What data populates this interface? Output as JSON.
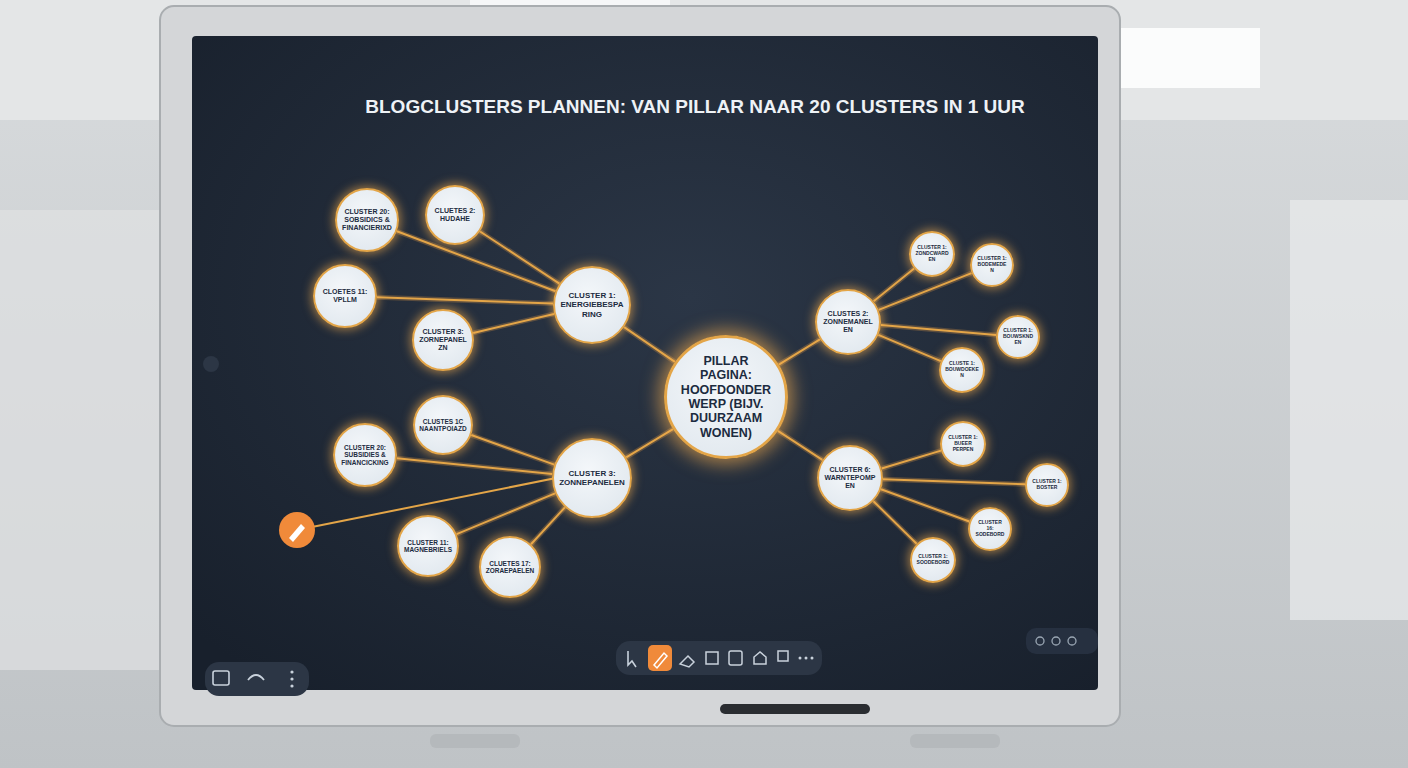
{
  "diagram": {
    "title": "BLOGCLUSTERS PLANNEN: VAN PILLAR NAAR 20 CLUSTERS IN 1 UUR",
    "nodes": [
      {
        "text": [
          "PILLAR PAGINA: HOOFDONDERWERP (BIJV. DUURZAAM WONEN)"
        ]
      },
      {
        "text": [
          "CLUSTER 1: ENERGIEBESPARING"
        ]
      },
      {
        "text": [
          "CLUSTER 3: ZONNEPANELEN"
        ]
      },
      {
        "text": [
          "CLUSTES 2: ZONNEMANELEN"
        ]
      },
      {
        "text": [
          "CLUSTER 6: WARNTEPOMPEN"
        ]
      },
      {
        "text": [
          "CLUSTER 20: SOBSIDICS & FINANCIERIXD"
        ]
      },
      {
        "text": [
          "CLUETES 2: HUDAHE"
        ]
      },
      {
        "text": [
          "CLOETES 11: VPLLM"
        ]
      },
      {
        "text": [
          "CLUSTER 3: ZORNEPANELZN"
        ]
      },
      {
        "text": [
          "CLUSTES 1C NAANTPOIAZD"
        ]
      },
      {
        "text": [
          "CLUSTER 20: SUBSIDIES & FINANCICKING"
        ]
      },
      {
        "text": [
          "CLUSTER 11: MAGNEBRIELS"
        ]
      },
      {
        "text": [
          "CLUETES 17: ZORAEPAELEN"
        ]
      },
      {
        "text": [
          "CLUSTER 1: ZONDCWARDEN"
        ]
      },
      {
        "text": [
          "CLUSTER 1: BODEMEDEN"
        ]
      },
      {
        "text": [
          "CLUSTER 1: BOUWSKNDEN"
        ]
      },
      {
        "text": [
          "CLUSTE 1: BOUWDOEKEN"
        ]
      },
      {
        "text": [
          "CLUSTER 1: BUEER PERPEN"
        ]
      },
      {
        "text": [
          "CLUSTER 1: BOSTER"
        ]
      },
      {
        "text": [
          "CLUSTER 16: SODEBORD"
        ]
      },
      {
        "text": [
          "CLUSTER 1: SOODEBORD"
        ]
      }
    ],
    "edges": [
      {
        "from": 0,
        "to": 1,
        "arrow": "none"
      },
      {
        "from": 0,
        "to": 2,
        "arrow": "none"
      },
      {
        "from": 0,
        "to": 3,
        "arrow": "none"
      },
      {
        "from": 0,
        "to": 4,
        "arrow": "none"
      },
      {
        "from": 1,
        "to": 5,
        "arrow": "none"
      },
      {
        "from": 1,
        "to": 6,
        "arrow": "none"
      },
      {
        "from": 1,
        "to": 7,
        "arrow": "none"
      },
      {
        "from": 1,
        "to": 8,
        "arrow": "none"
      },
      {
        "from": 2,
        "to": 9,
        "arrow": "none"
      },
      {
        "from": 2,
        "to": 10,
        "arrow": "none"
      },
      {
        "from": 2,
        "to": 11,
        "arrow": "none"
      },
      {
        "from": 2,
        "to": 12,
        "arrow": "none"
      },
      {
        "from": 3,
        "to": 13,
        "arrow": "none"
      },
      {
        "from": 3,
        "to": 14,
        "arrow": "none"
      },
      {
        "from": 3,
        "to": 15,
        "arrow": "none"
      },
      {
        "from": 3,
        "to": 16,
        "arrow": "none"
      },
      {
        "from": 4,
        "to": 17,
        "arrow": "none"
      },
      {
        "from": 4,
        "to": 18,
        "arrow": "none"
      },
      {
        "from": 4,
        "to": 19,
        "arrow": "none"
      },
      {
        "from": 4,
        "to": 20,
        "arrow": "none"
      }
    ]
  }
}
